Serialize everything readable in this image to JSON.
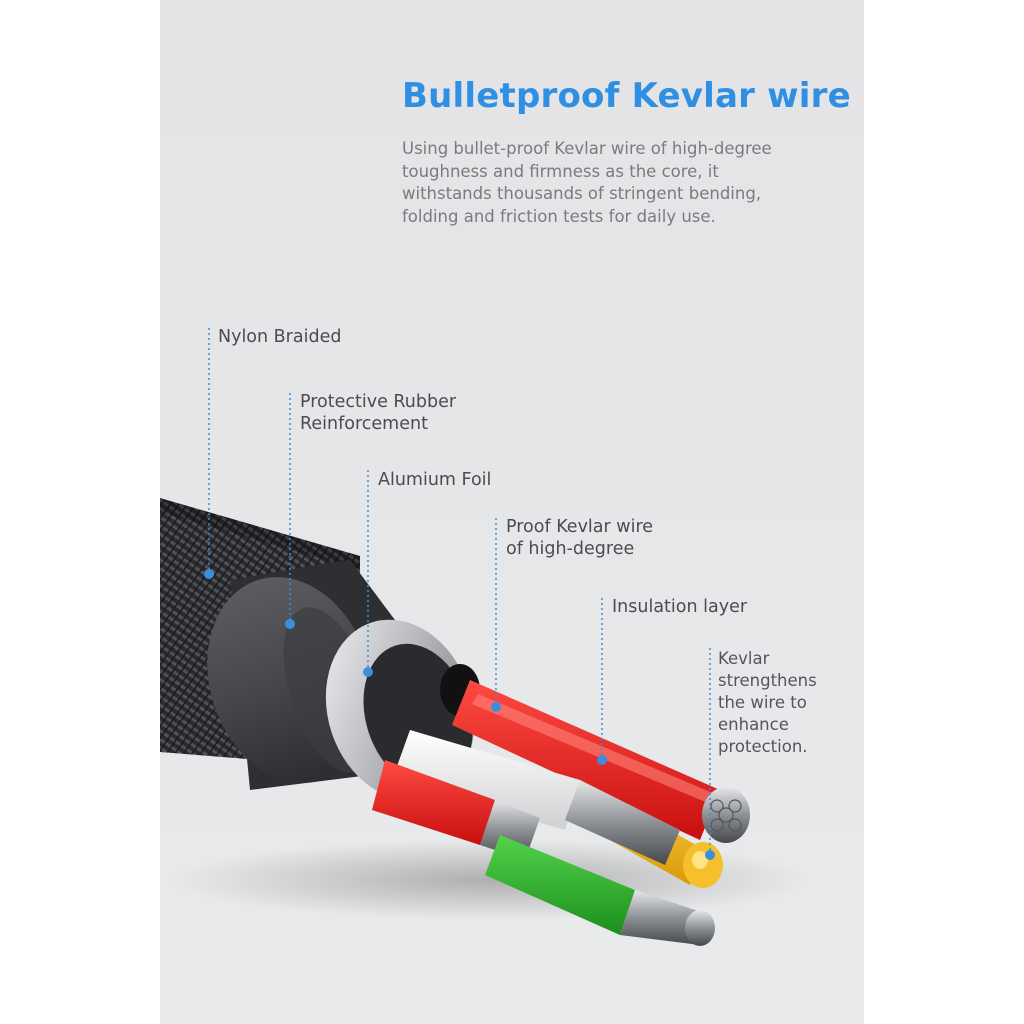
{
  "headline": "Bulletproof Kevlar wire",
  "description": [
    "Using bullet-proof Kevlar wire of high-degree",
    "toughness and firmness as the core, it",
    "withstands thousands of stringent bending,",
    "folding and friction tests for daily use."
  ],
  "labels": {
    "nylon": [
      "Nylon Braided"
    ],
    "rubber": [
      "Protective Rubber",
      "Reinforcement"
    ],
    "foil": [
      "Alumium Foil"
    ],
    "kevlar_wire": [
      "Proof Kevlar wire",
      "of high-degree"
    ],
    "insulation": [
      "Insulation layer"
    ],
    "kevlar_note": [
      "Kevlar",
      "strengthens",
      "the wire to",
      "enhance",
      "protection."
    ]
  },
  "colors": {
    "accent": "#2f8fe3",
    "leader": "#3a8fdc",
    "braid": "#2a2b2e",
    "rubber": "#48494c",
    "foil": "#c9cbce",
    "red": "#e01b1b",
    "white": "#f4f4f4",
    "green": "#2db02b",
    "yellow": "#f0b414",
    "black": "#141414"
  }
}
